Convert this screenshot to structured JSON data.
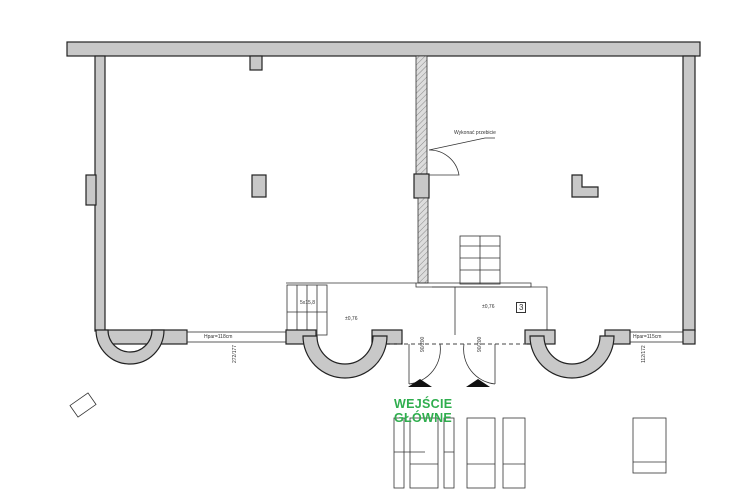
{
  "labels": {
    "breakthrough_note": "Wykonać przebicie",
    "room_number": "3",
    "level_mark_1": "±0,76",
    "level_mark_2": "±0,76",
    "window_left_height": "Hpar=118cm",
    "window_right_height": "Hpar=115cm",
    "window_left_dims": "272/177",
    "window_right_dims": "112/172",
    "door_left_dims": "90/200",
    "door_right_dims": "90/200",
    "stairs_left": "5x15,8",
    "main_entrance_line1": "WEJŚCIE",
    "main_entrance_line2": "GŁÓWNE"
  },
  "colors": {
    "entrance": "#2fae4e",
    "wall_fill": "#c8c8c8"
  }
}
